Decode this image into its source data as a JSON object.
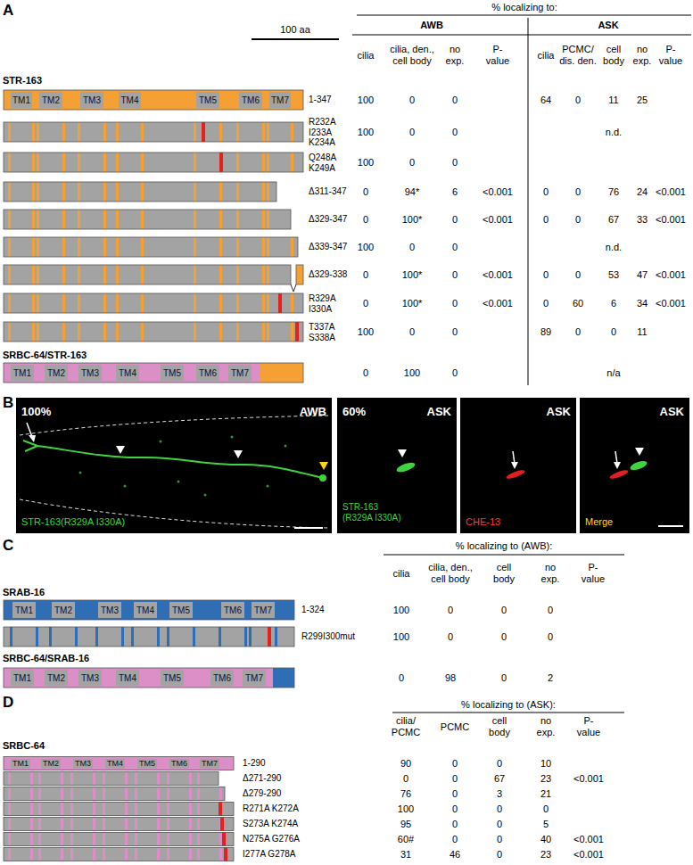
{
  "diagram": {
    "nodes": [
      {
        "text": [
          "TM1"
        ]
      },
      {
        "text": [
          "TM2"
        ]
      },
      {
        "text": [
          "TM3"
        ]
      },
      {
        "text": [
          "TM4"
        ]
      },
      {
        "text": [
          "TM5"
        ]
      },
      {
        "text": [
          "TM6"
        ]
      },
      {
        "text": [
          "TM7"
        ]
      },
      {
        "text": [
          "TM1"
        ]
      },
      {
        "text": [
          "TM2"
        ]
      },
      {
        "text": [
          "TM3"
        ]
      },
      {
        "text": [
          "TM4"
        ]
      },
      {
        "text": [
          "TM5"
        ]
      },
      {
        "text": [
          "TM6"
        ]
      },
      {
        "text": [
          "TM7"
        ]
      },
      {
        "text": [
          "TM1"
        ]
      },
      {
        "text": [
          "TM2"
        ]
      },
      {
        "text": [
          "TM3"
        ]
      },
      {
        "text": [
          "TM4"
        ]
      },
      {
        "text": [
          "TM5"
        ]
      },
      {
        "text": [
          "TM6"
        ]
      },
      {
        "text": [
          "TM7"
        ]
      },
      {
        "text": [
          "TM1"
        ]
      },
      {
        "text": [
          "TM2"
        ]
      },
      {
        "text": [
          "TM3"
        ]
      },
      {
        "text": [
          "TM4"
        ]
      },
      {
        "text": [
          "TM5"
        ]
      },
      {
        "text": [
          "TM6"
        ]
      },
      {
        "text": [
          "TM7"
        ]
      },
      {
        "text": [
          "TM1"
        ]
      },
      {
        "text": [
          "TM2"
        ]
      },
      {
        "text": [
          "TM3"
        ]
      },
      {
        "text": [
          "TM4"
        ]
      },
      {
        "text": [
          "TM5"
        ]
      },
      {
        "text": [
          "TM6"
        ]
      },
      {
        "text": [
          "TM7"
        ]
      }
    ],
    "labels": [
      "A",
      "100 aa",
      "% localizing to:",
      "AWB",
      "ASK",
      "cilia",
      "cilia, den., cell body",
      "no exp.",
      "P-value",
      "cilia",
      "PCMC/ dis. den.",
      "cell body",
      "no exp.",
      "P-value",
      "STR-163",
      "1-347",
      "100",
      "0",
      "0",
      "64",
      "0",
      "11",
      "25",
      "R232A I233A K234A",
      "100",
      "0",
      "0",
      "n.d.",
      "Q248A K249A",
      "100",
      "0",
      "0",
      "Δ311-347",
      "0",
      "94*",
      "6",
      "<0.001",
      "0",
      "0",
      "76",
      "24",
      "<0.001",
      "Δ329-347",
      "0",
      "100*",
      "0",
      "<0.001",
      "0",
      "0",
      "67",
      "33",
      "<0.001",
      "Δ339-347",
      "100",
      "0",
      "0",
      "n.d.",
      "Δ329-338",
      "0",
      "100*",
      "0",
      "<0.001",
      "0",
      "0",
      "53",
      "47",
      "<0.001",
      "R329A I330A",
      "0",
      "100*",
      "0",
      "<0.001",
      "0",
      "60",
      "6",
      "34",
      "<0.001",
      "T337A S338A",
      "100",
      "0",
      "0",
      "89",
      "0",
      "0",
      "11",
      "SRBC-64/STR-163",
      "0",
      "100",
      "0",
      "n/a",
      "B",
      "100%",
      "AWB",
      "STR-163(R329A I330A)",
      "60%",
      "ASK",
      "STR-163 (R329A I330A)",
      "ASK",
      "CHE-13",
      "ASK",
      "Merge",
      "C",
      "% localizing to (AWB):",
      "cilia",
      "cilia, den., cell body",
      "cell body",
      "no exp.",
      "P-value",
      "SRAB-16",
      "1-324",
      "100",
      "0",
      "0",
      "0",
      "R299I300mut",
      "100",
      "0",
      "0",
      "0",
      "SRBC-64/SRAB-16",
      "0",
      "98",
      "0",
      "2",
      "D",
      "% localizing to (ASK):",
      "cilia/ PCMC",
      "PCMC",
      "cell body",
      "no exp.",
      "P-value",
      "SRBC-64",
      "1-290",
      "90",
      "0",
      "0",
      "10",
      "Δ271-290",
      "0",
      "0",
      "67",
      "23",
      "<0.001",
      "Δ279-290",
      "76",
      "0",
      "3",
      "21",
      "R271A K272A",
      "100",
      "0",
      "0",
      "0",
      "S273A K274A",
      "95",
      "0",
      "0",
      "5",
      "N275A G276A",
      "60#",
      "0",
      "0",
      "40",
      "<0.001",
      "I277A G278A",
      "31",
      "46",
      "0",
      "23",
      "<0.001"
    ]
  }
}
